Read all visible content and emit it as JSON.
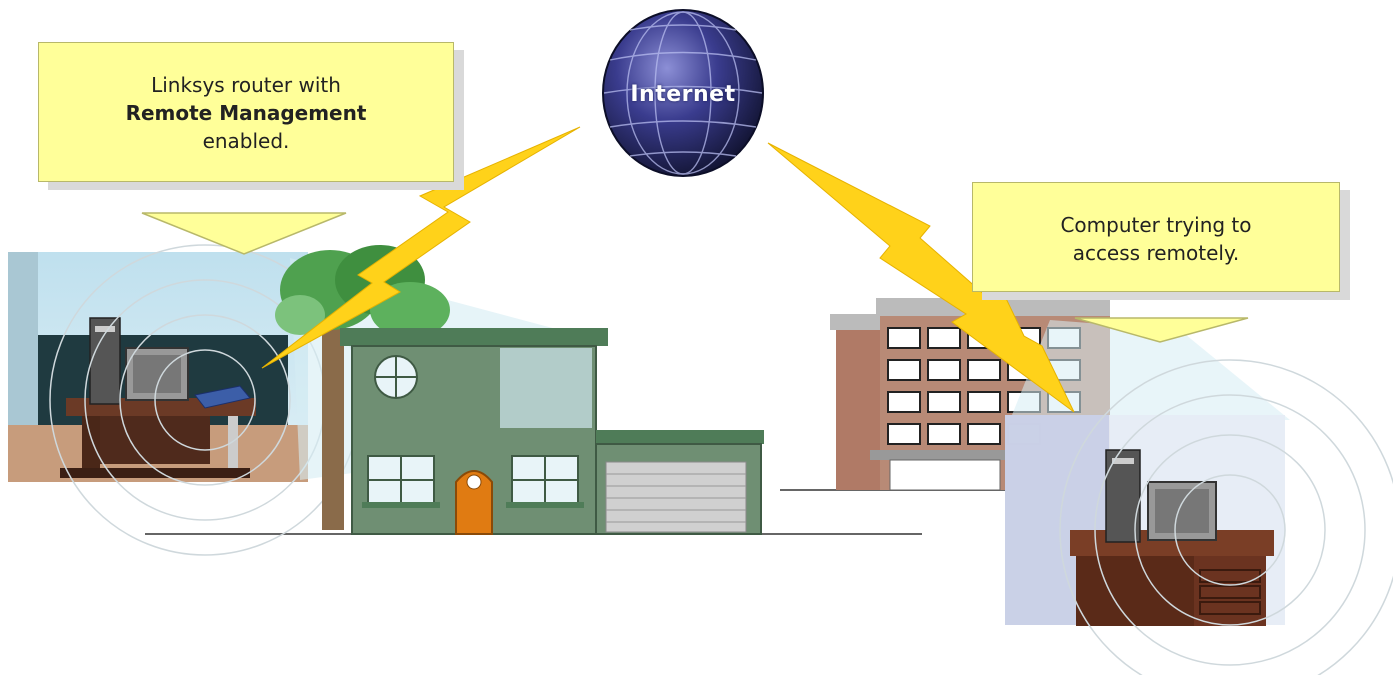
{
  "callouts": {
    "router": {
      "line1": "Linksys router with",
      "line2": "Remote Management",
      "line3": "enabled."
    },
    "computer": {
      "line1": "Computer trying to",
      "line2": "access remotely."
    }
  },
  "internet": {
    "label": "Internet"
  },
  "colors": {
    "callout_fill": "#ffff99",
    "lightning": "#ffd21a",
    "globe": "#2a2d7a",
    "house": "#6f8f73",
    "door": "#e07b12",
    "office": "#b07a66"
  }
}
